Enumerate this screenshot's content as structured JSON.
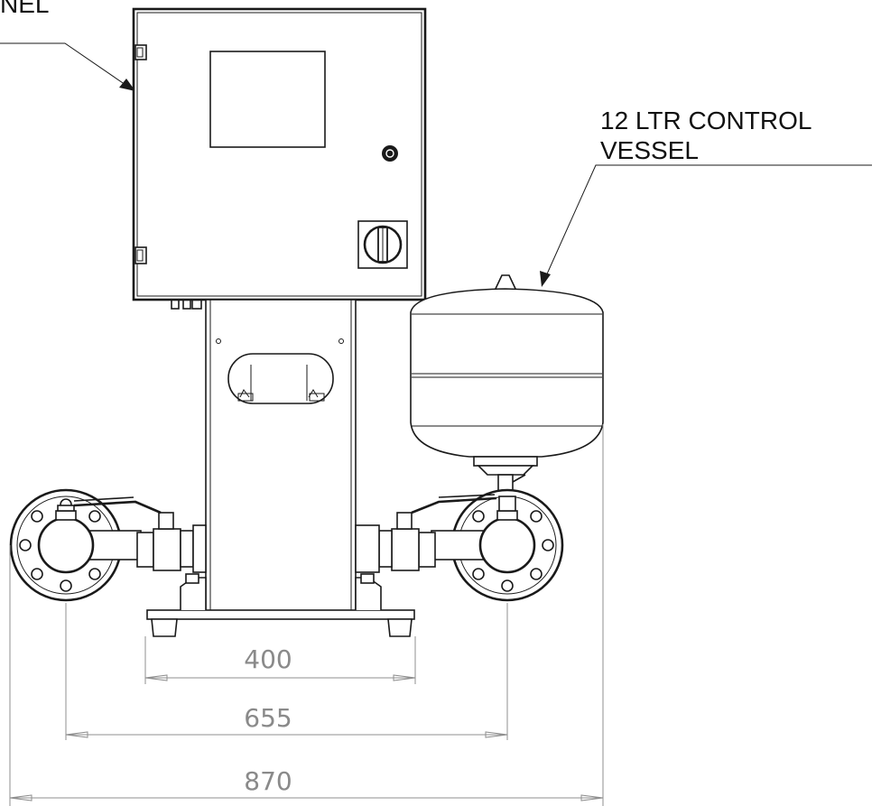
{
  "labels": {
    "panel_callout": "NEL",
    "vessel_callout_line1": "12 LTR CONTROL",
    "vessel_callout_line2": "VESSEL"
  },
  "dimensions": {
    "inner": "400",
    "middle": "655",
    "overall": "870"
  }
}
